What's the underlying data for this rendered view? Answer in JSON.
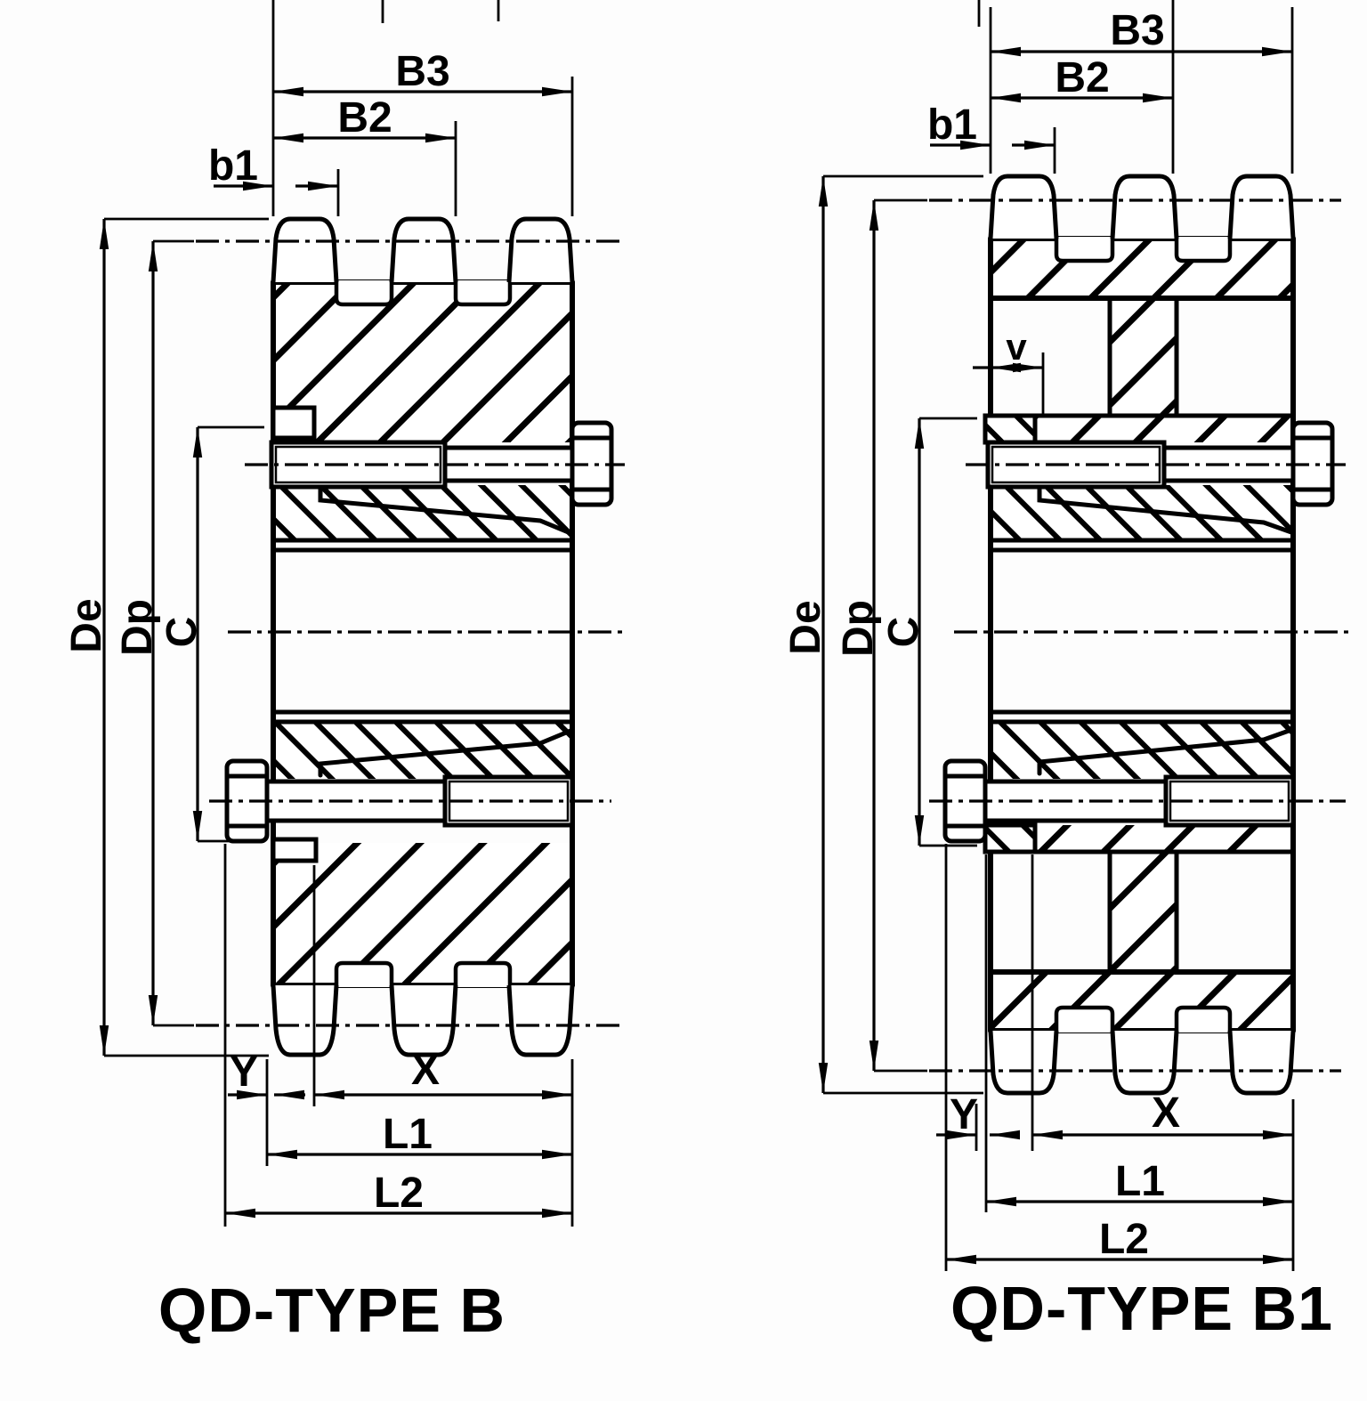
{
  "figure": {
    "kind": "sprocket-bushing-cross-section-drawing",
    "colors": {
      "ink": "#000000",
      "paper": "#fdfdfd"
    },
    "views": {
      "left": {
        "title": "QD-TYPE B",
        "labels": {
          "b3": "B3",
          "b2": "B2",
          "b1": "b1",
          "de": "De",
          "dp": "Dp",
          "c": "C",
          "y": "Y",
          "x": "X",
          "l1": "L1",
          "l2": "L2"
        }
      },
      "right": {
        "title": "QD-TYPE B1",
        "labels": {
          "b3": "B3",
          "b2": "B2",
          "b1": "b1",
          "v": "v",
          "de": "De",
          "dp": "Dp",
          "c": "C",
          "y": "Y",
          "x": "X",
          "l1": "L1",
          "l2": "L2"
        }
      }
    }
  }
}
